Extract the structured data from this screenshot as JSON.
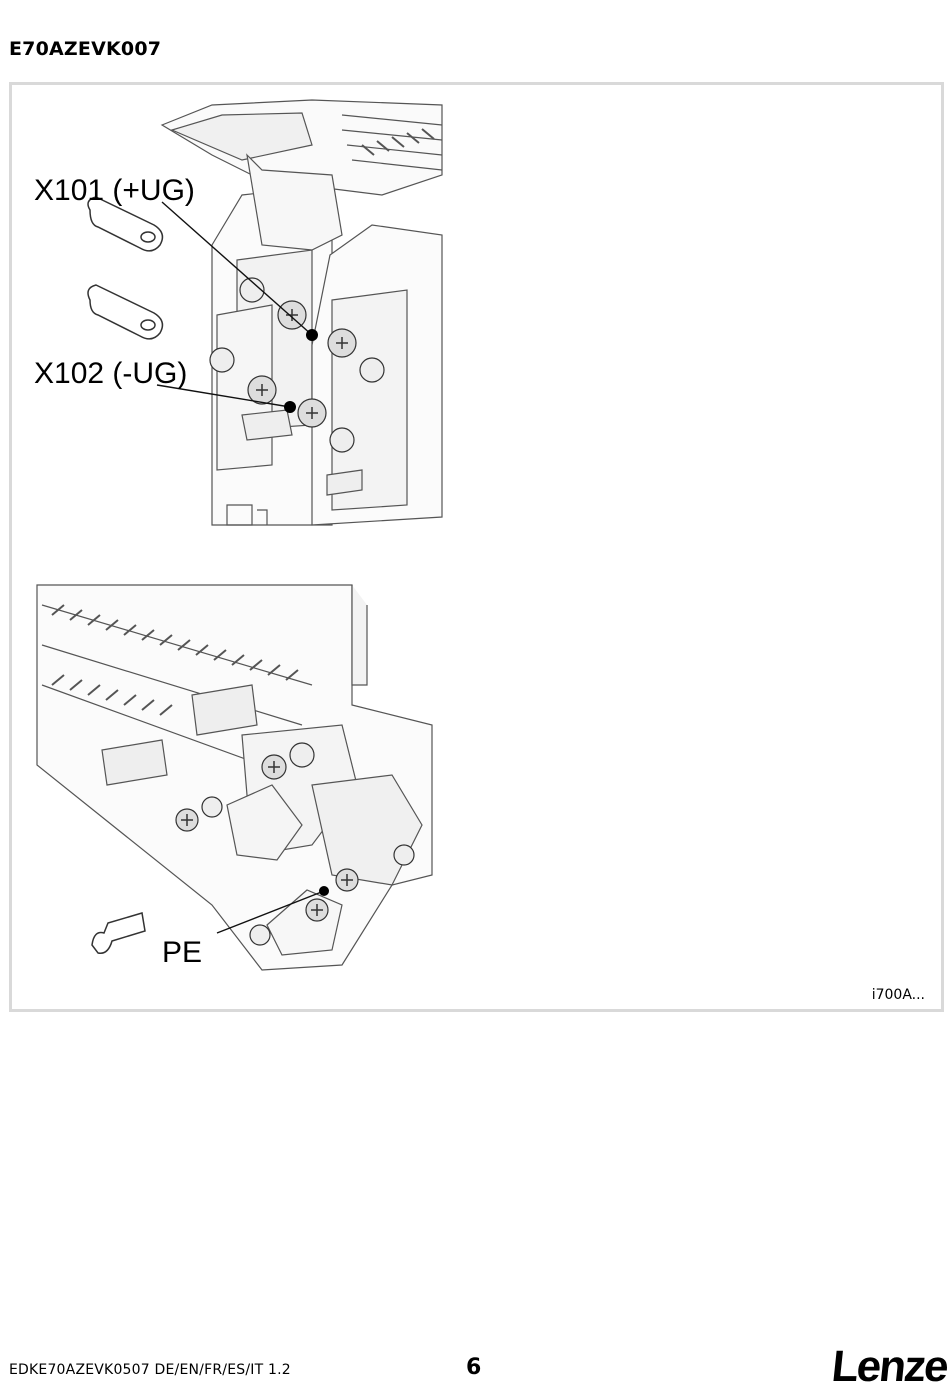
{
  "document": {
    "title": "E70AZEVK007"
  },
  "figure": {
    "callouts": {
      "x101": "X101 (+UG)",
      "x102": "X102 (-UG)",
      "pe": "PE"
    },
    "reference": "i700A..."
  },
  "footer": {
    "doc_id": "EDKE70AZEVK0507  DE/EN/FR/ES/IT  1.2",
    "page_number": "6",
    "logo_text": "Lenze"
  }
}
